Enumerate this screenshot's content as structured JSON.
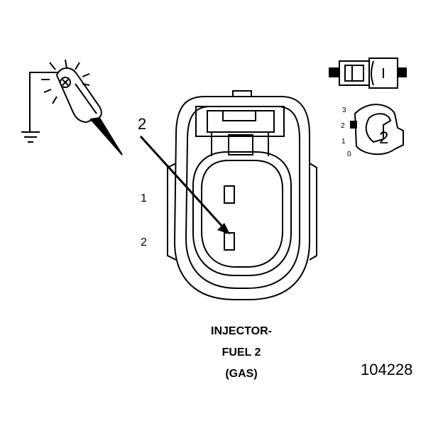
{
  "diagram": {
    "callout_label": "2",
    "pin_labels": [
      "1",
      "2"
    ],
    "mini_connector": {
      "position_labels": [
        "3",
        "2",
        "1",
        "0"
      ],
      "cavity_number": "2"
    },
    "caption": [
      "INJECTOR-",
      "FUEL 2",
      "(GAS)"
    ],
    "figure_number": "104228"
  },
  "icons": {
    "probe": "ground-probe-icon",
    "mini_connector": "connector-side-view-icon",
    "cavity_view": "cavity-position-icon"
  }
}
